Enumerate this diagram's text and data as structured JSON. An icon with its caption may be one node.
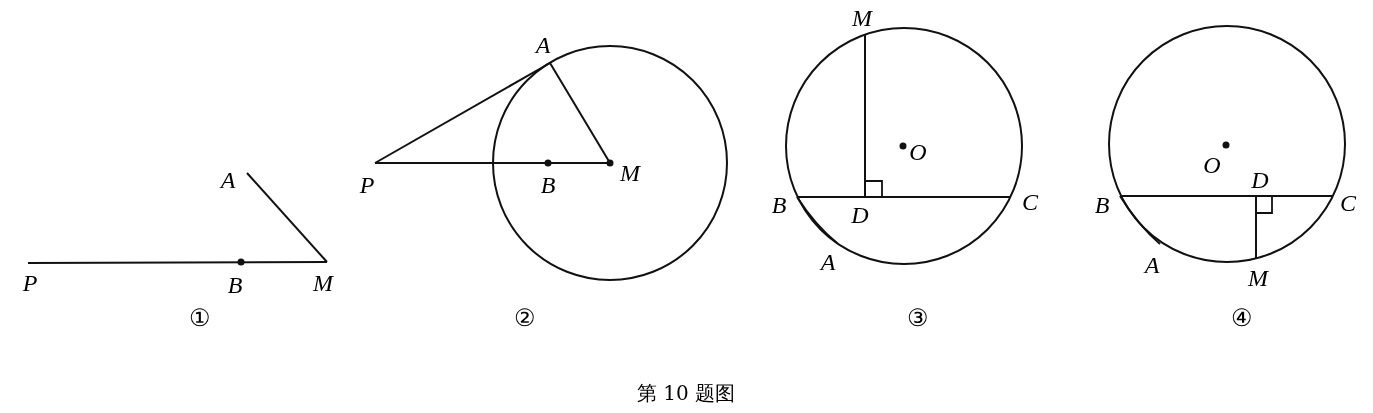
{
  "diagram": {
    "caption": "第 10 题图",
    "labels": [
      "A",
      "P",
      "B",
      "M",
      "①",
      "A",
      "P",
      "B",
      "M",
      "②",
      "M",
      "O",
      "B",
      "D",
      "C",
      "A",
      "③",
      "O",
      "D",
      "B",
      "C",
      "A",
      "M",
      "④"
    ]
  }
}
